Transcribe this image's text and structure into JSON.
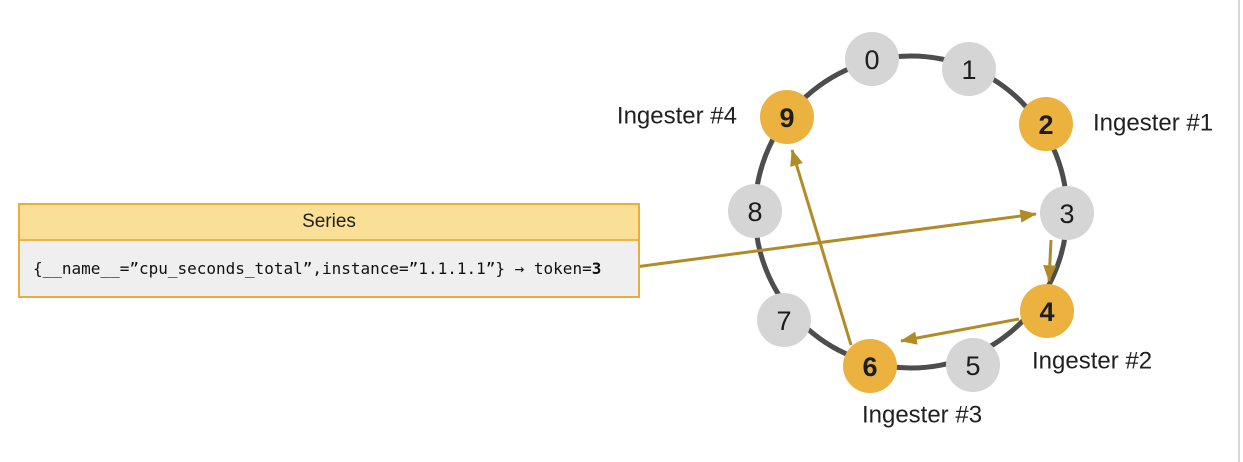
{
  "page": {
    "background": "#ffffff",
    "right_border_color": "#d7d7d7"
  },
  "series_box": {
    "title": "Series",
    "selector": "{__name__=”cpu_seconds_total”,instance=”1.1.1.1”} → token=",
    "token_value": "3",
    "header_bg": "#fae096",
    "body_bg": "#efefef",
    "border_color": "#ebac3e"
  },
  "ring": {
    "stroke_color": "#4d4d4d",
    "node_default_color": "#d5d5d5",
    "node_highlight_color": "#ebb240",
    "arrow_color": "#b28a28",
    "nodes": [
      {
        "token": "0",
        "highlighted": false
      },
      {
        "token": "1",
        "highlighted": false
      },
      {
        "token": "2",
        "highlighted": true,
        "label": "Ingester #1"
      },
      {
        "token": "3",
        "highlighted": false
      },
      {
        "token": "4",
        "highlighted": true,
        "label": "Ingester #2"
      },
      {
        "token": "5",
        "highlighted": false
      },
      {
        "token": "6",
        "highlighted": true,
        "label": "Ingester #3"
      },
      {
        "token": "7",
        "highlighted": false
      },
      {
        "token": "8",
        "highlighted": false
      },
      {
        "token": "9",
        "highlighted": true,
        "label": "Ingester #4"
      }
    ],
    "arrows": [
      {
        "from": "series-box",
        "to": "3"
      },
      {
        "from": "3",
        "to": "4"
      },
      {
        "from": "4",
        "to": "6"
      },
      {
        "from": "6",
        "to": "9"
      }
    ]
  }
}
